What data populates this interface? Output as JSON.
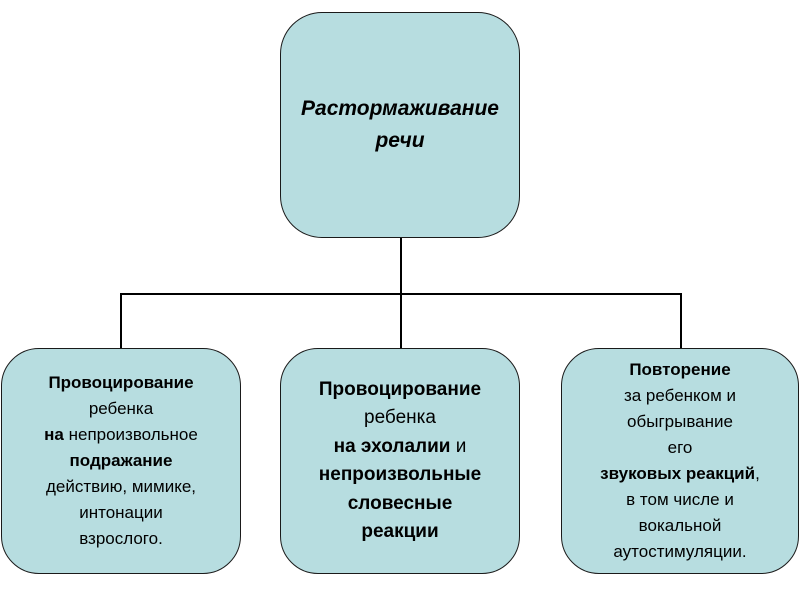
{
  "colors": {
    "node_fill": "#b7dde0",
    "node_border": "#1a1a1a",
    "connector": "#000000"
  },
  "root": {
    "line1": "Растормаживание",
    "line2": "речи"
  },
  "children": [
    {
      "line1": "Провоцирование",
      "line2": "ребенка",
      "line3_bold": "на",
      "line3_rest": " непроизвольное",
      "line4": "подражание",
      "line5": "действию, мимике,",
      "line6": "интонации",
      "line7": "взрослого."
    },
    {
      "line1": "Провоцирование",
      "line2": "ребенка",
      "line3_bold": "на эхолалии",
      "line3_rest": " и",
      "line4": "непроизвольные",
      "line5": "словесные",
      "line6": "реакции"
    },
    {
      "line1": "Повторение",
      "line2": "за ребенком и",
      "line3": "обыгрывание",
      "line4": "его",
      "line5_bold": "звуковых реакций",
      "line5_rest": ",",
      "line6": "в том числе и",
      "line7": "вокальной",
      "line8": "аутостимуляции."
    }
  ]
}
